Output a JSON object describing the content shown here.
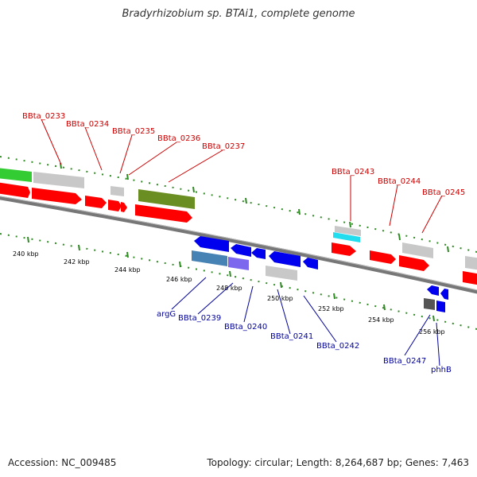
{
  "title": "Bradyrhizobium sp. BTAi1, complete genome",
  "accession": "Accession: NC_009485",
  "summary": "Topology: circular; Length: 8,264,687 bp; Genes: 7,463",
  "colors": {
    "forward_label": "#cc0000",
    "reverse_label": "#000099",
    "forward_gene": "#ff0000",
    "reverse_gene": "#0000ee",
    "grey_gene": "#c8c8c8",
    "olive_gene": "#6b8e23",
    "green_gene": "#33cc33",
    "cyan_gene": "#22ddee",
    "steel_gene": "#4682b4",
    "purple_gene": "#7b68ee",
    "dark_gene": "#555555",
    "backbone": "#777777",
    "ticks": "#2e8b22"
  },
  "forward_labels": [
    "BBta_0233",
    "BBta_0234",
    "BBta_0235",
    "BBta_0236",
    "BBta_0237",
    "BBta_0243",
    "BBta_0244",
    "BBta_0245"
  ],
  "reverse_labels": [
    "argG",
    "BBta_0239",
    "BBta_0240",
    "BBta_0241",
    "BBta_0242",
    "BBta_0247",
    "phhB"
  ],
  "scale_labels": [
    "240 kbp",
    "242 kbp",
    "244 kbp",
    "246 kbp",
    "248 kbp",
    "250 kbp",
    "252 kbp",
    "254 kbp",
    "256 kbp"
  ]
}
